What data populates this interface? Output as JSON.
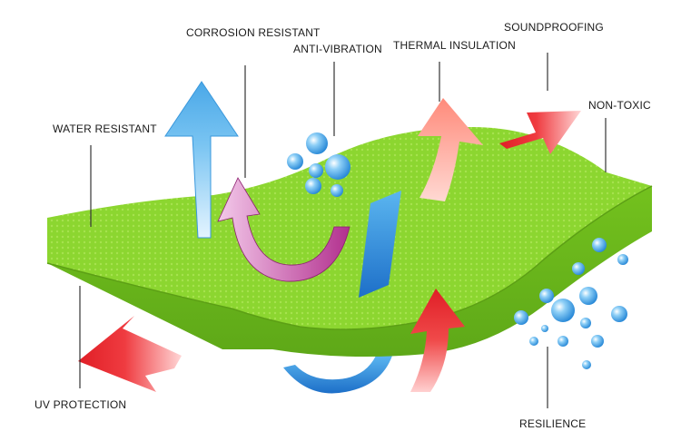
{
  "colors": {
    "foam_top": "#8cd630",
    "foam_side": "#6ab51c",
    "arrow_red": "#e8232a",
    "arrow_blue": "#4aa8e8",
    "arrow_purple": "#b2308e",
    "bubble_blue": "#3b9fe0"
  },
  "labels": {
    "corrosion_resistant": "CORROSION RESISTANT",
    "anti_vibration": "ANTI-VIBRATION",
    "thermal_insulation": "THERMAL INSULATION",
    "soundproofing": "SOUNDPROOFING",
    "non_toxic": "NON-TOXIC",
    "water_resistant": "WATER RESISTANT",
    "uv_protection": "UV PROTECTION",
    "resilience": "RESILIENCE"
  },
  "icons": {
    "water_droplets": "water-droplets-icon",
    "resilience_bubbles": "bubbles-icon"
  }
}
